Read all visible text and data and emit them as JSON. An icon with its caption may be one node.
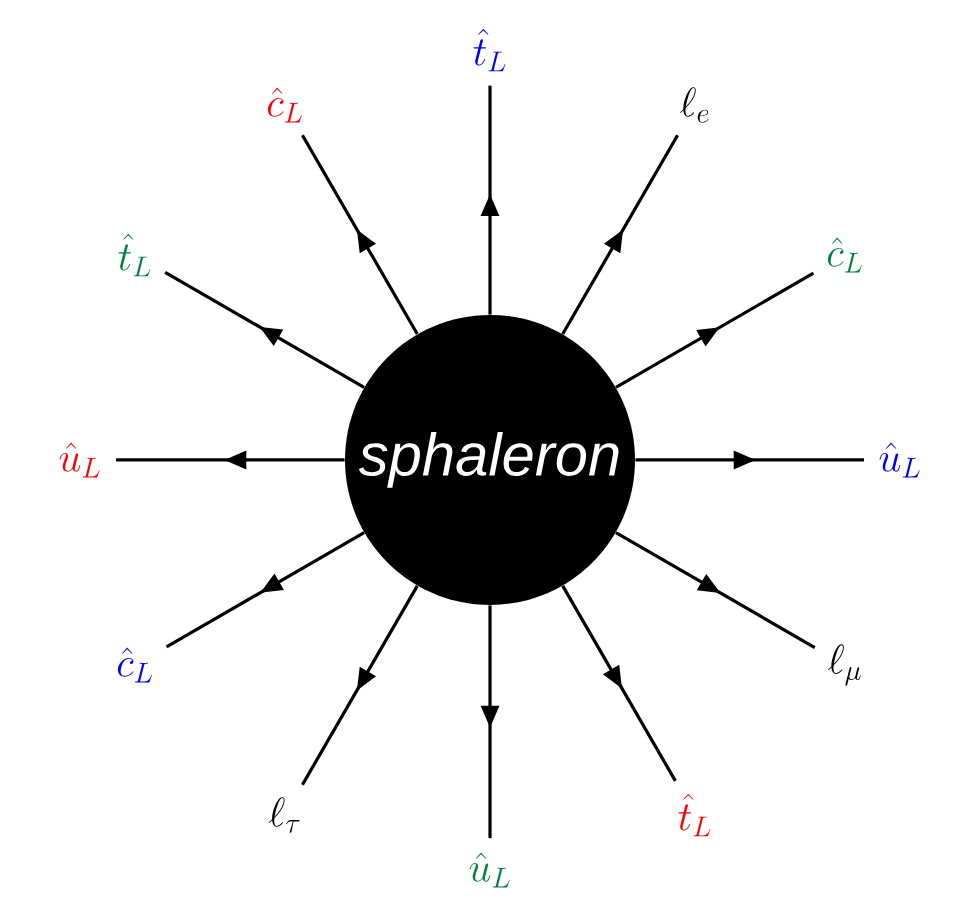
{
  "diagram": {
    "nodes": [
      {
        "text": [
          "sphaleron"
        ]
      },
      {
        "text": [
          "\\hat{t}_L"
        ]
      },
      {
        "text": [
          "\\ell_e"
        ]
      },
      {
        "text": [
          "\\hat{c}_L"
        ]
      },
      {
        "text": [
          "\\hat{u}_L"
        ]
      },
      {
        "text": [
          "\\ell_\\mu"
        ]
      },
      {
        "text": [
          "\\hat{t}_L"
        ]
      },
      {
        "text": [
          "\\hat{u}_L"
        ]
      },
      {
        "text": [
          "\\ell_\\tau"
        ]
      },
      {
        "text": [
          "\\hat{c}_L"
        ]
      },
      {
        "text": [
          "\\hat{u}_L"
        ]
      },
      {
        "text": [
          "\\hat{t}_L"
        ]
      },
      {
        "text": [
          "\\hat{c}_L"
        ]
      }
    ],
    "edges": [
      {
        "from": 0,
        "to": 1,
        "arrow": "to"
      },
      {
        "from": 0,
        "to": 2,
        "arrow": "to"
      },
      {
        "from": 0,
        "to": 3,
        "arrow": "to"
      },
      {
        "from": 0,
        "to": 4,
        "arrow": "to"
      },
      {
        "from": 0,
        "to": 5,
        "arrow": "to"
      },
      {
        "from": 0,
        "to": 6,
        "arrow": "to"
      },
      {
        "from": 0,
        "to": 7,
        "arrow": "to"
      },
      {
        "from": 0,
        "to": 8,
        "arrow": "to"
      },
      {
        "from": 0,
        "to": 9,
        "arrow": "to"
      },
      {
        "from": 0,
        "to": 10,
        "arrow": "to"
      },
      {
        "from": 0,
        "to": 11,
        "arrow": "to"
      },
      {
        "from": 0,
        "to": 12,
        "arrow": "to"
      }
    ]
  }
}
